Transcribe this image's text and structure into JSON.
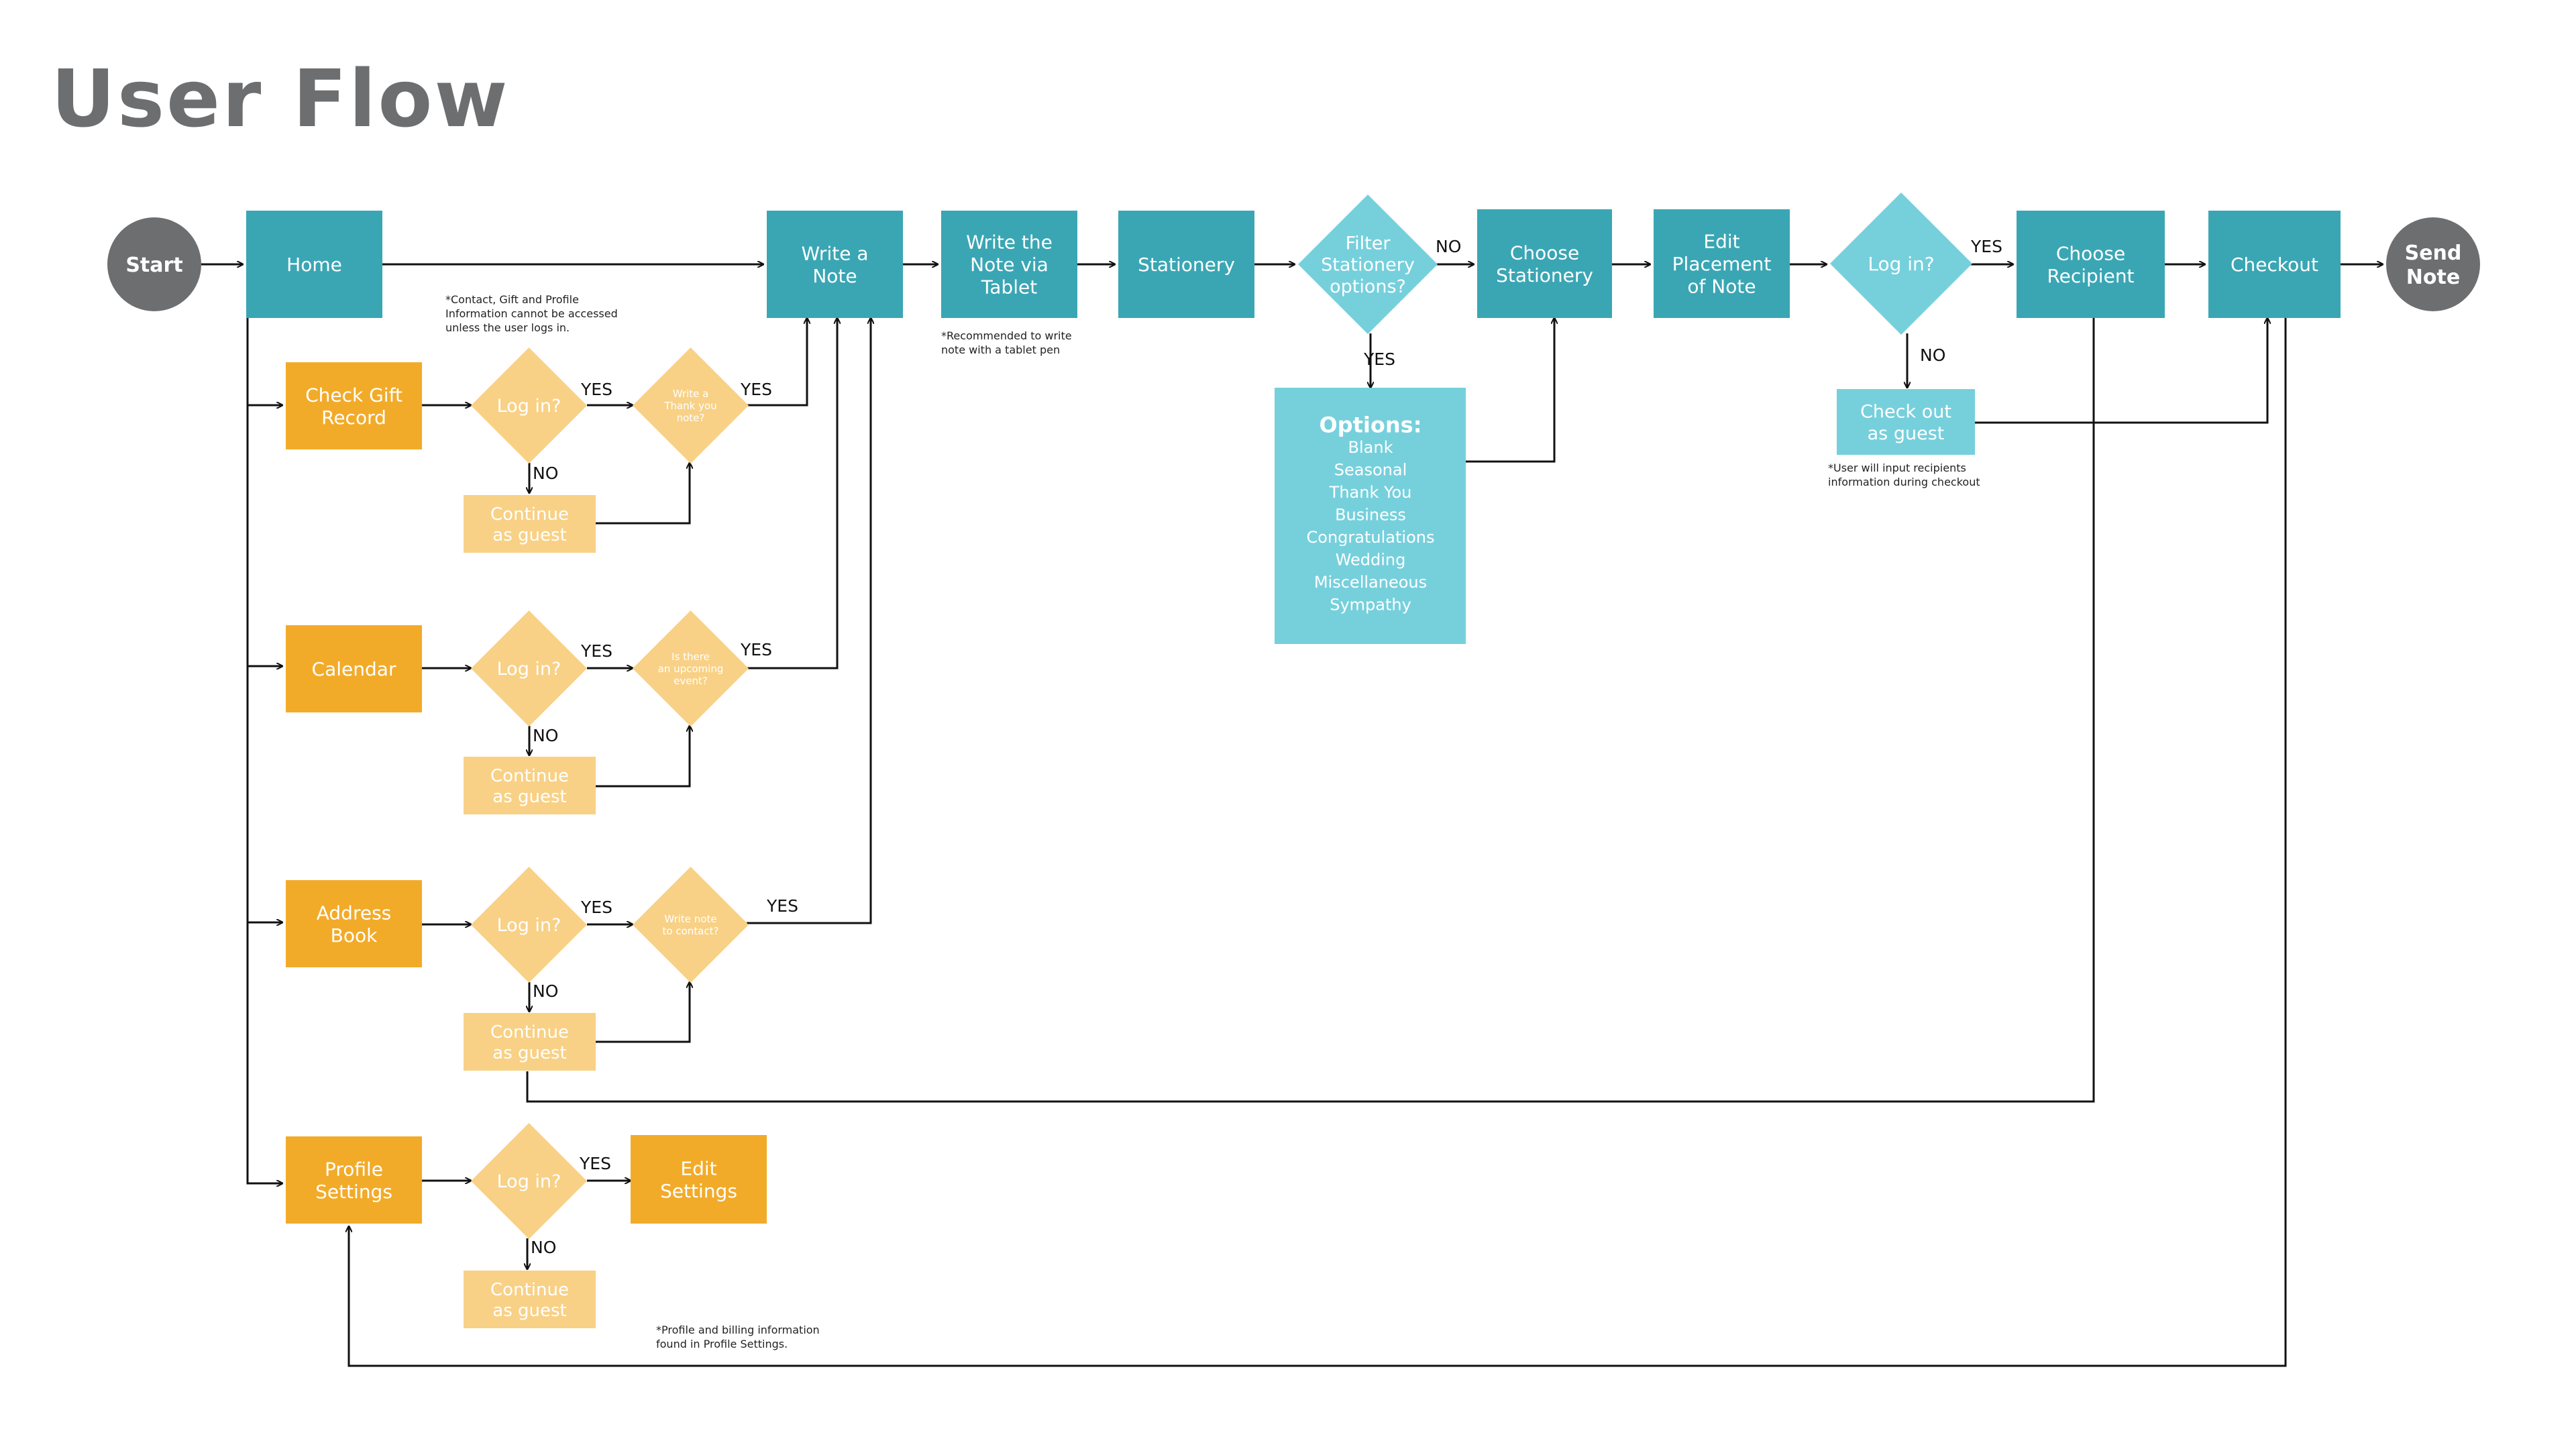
{
  "title": "User Flow",
  "colors": {
    "teal": "#3aa6b4",
    "light_teal": "#76d0dc",
    "orange": "#f2ab29",
    "light_orange": "#f8d186",
    "gray": "#6d6e70",
    "line": "#111111"
  },
  "nodes": {
    "start": "Start",
    "home": "Home",
    "write_note": "Write a\nNote",
    "write_tablet": "Write the\nNote via\nTablet",
    "stationery": "Stationery",
    "filter": "Filter\nStationery\noptions?",
    "choose_stationery": "Choose\nStationery",
    "edit_placement": "Edit\nPlacement\nof Note",
    "login_top": "Log in?",
    "choose_recipient": "Choose\nRecipient",
    "checkout": "Checkout",
    "send_note": "Send\nNote",
    "options_title": "Options:",
    "options_list": "Blank\nSeasonal\nThank You\nBusiness\nCongratulations\nWedding\nMiscellaneous\nSympathy",
    "check_out_guest": "Check out\nas guest",
    "check_gift": "Check Gift\nRecord",
    "login_1": "Log in?",
    "thank_you": "Write a\nThank you\nnote?",
    "guest_1": "Continue\nas guest",
    "calendar": "Calendar",
    "login_2": "Log in?",
    "upcoming": "Is there\nan upcoming\nevent?",
    "guest_2": "Continue\nas guest",
    "address_book": "Address\nBook",
    "login_3": "Log in?",
    "write_contact": "Write note\nto contact?",
    "guest_3": "Continue\nas guest",
    "profile_settings": "Profile\nSettings",
    "login_4": "Log in?",
    "edit_settings": "Edit\nSettings",
    "guest_4": "Continue\nas guest"
  },
  "labels": {
    "yes": "YES",
    "no": "NO"
  },
  "notes": {
    "contact_note": "*Contact, Gift and Profile\nInformation cannot be accessed\nunless the user logs in.",
    "tablet_note": "*Recommended to write\nnote with a tablet pen",
    "recipient_note": "*User will input recipients\ninformation during checkout",
    "profile_note": "*Profile and billing information\nfound in Profile Settings."
  }
}
